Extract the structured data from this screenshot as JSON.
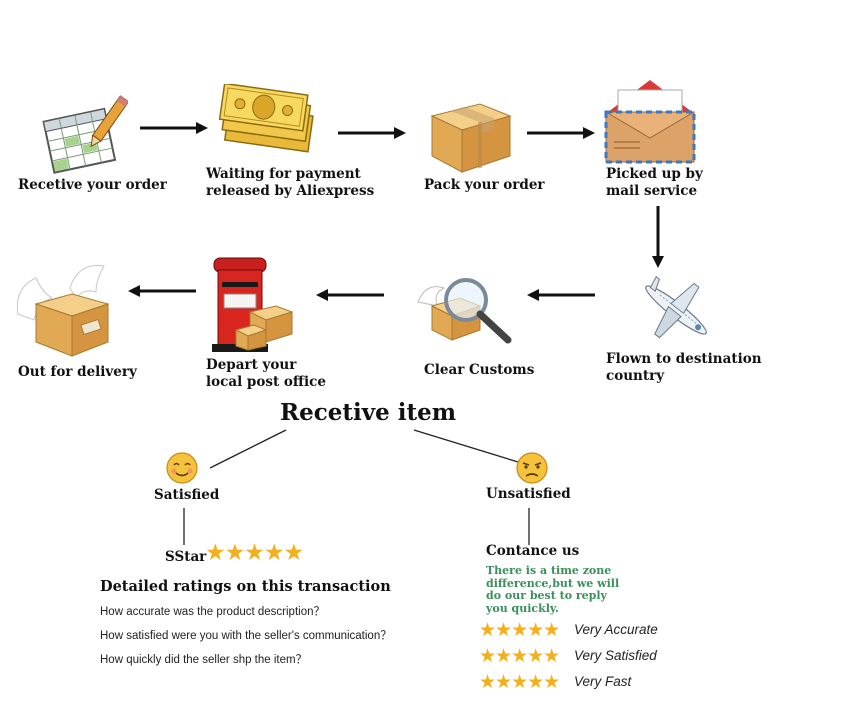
{
  "steps": {
    "receive_order": "Recetive your order",
    "waiting_payment": "Waiting for payment\nreleased by Aliexpress",
    "pack_order": "Pack your order",
    "picked_up": "Picked up by\nmail service",
    "flown": "Flown to destination\ncountry",
    "clear_customs": "Clear Customs",
    "depart_post": "Depart your\nlocal post office",
    "out_delivery": "Out for delivery"
  },
  "receive_item": {
    "title": "Recetive item",
    "satisfied": "Satisfied",
    "unsatisfied": "Unsatisfied"
  },
  "satisfied_branch": {
    "star_label": "SStar",
    "stars": "★★★★★",
    "ratings_heading": "Detailed ratings on this transaction",
    "questions": [
      "How accurate was the product description？",
      "How satisfied were you with the seller's communication？",
      "How quickly did the seller shp the item？"
    ]
  },
  "unsatisfied_branch": {
    "contact": "Contance us",
    "note": "There is a time zone\ndifference,but we will\ndo  our best to reply\nyou quickly.",
    "ratings": [
      {
        "stars": "★★★★★",
        "label": "Very Accurate"
      },
      {
        "stars": "★★★★★",
        "label": "Very Satisfied"
      },
      {
        "stars": "★★★★★",
        "label": "Very Fast"
      }
    ]
  },
  "icons": [
    "spreadsheet-pencil-icon",
    "money-icon",
    "box-icon",
    "envelope-icon",
    "airplane-icon",
    "magnifier-box-icon",
    "postbox-icon",
    "winged-box-icon",
    "happy-face-icon",
    "sad-face-icon",
    "arrow-icon"
  ],
  "colors": {
    "star": "#f2b01e",
    "note_green": "#3a8f5a",
    "emoji": "#f5c33b"
  }
}
